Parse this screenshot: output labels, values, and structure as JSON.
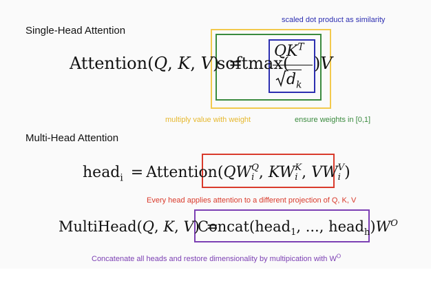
{
  "sections": {
    "single_title": "Single-Head Attention",
    "multi_title": "Multi-Head Attention"
  },
  "equations": {
    "attention": {
      "lhs": "Attention(",
      "q": "Q",
      "c1": ", ",
      "k": "K",
      "c2": ", ",
      "v": "V",
      "rp": ")",
      "eq": "=",
      "softmax": "softmax",
      "lp": "(",
      "num_q": "Q",
      "num_k": "K",
      "num_t": "T",
      "den_d": "d",
      "den_k": "k",
      "rp2": ")",
      "v2": "V"
    },
    "head": {
      "lhs": "head",
      "lhs_sub": "i",
      "eq": "=",
      "fn": "Attention(",
      "q": "Q",
      "w1": "W",
      "w1_sub": "i",
      "w1_sup": "Q",
      "c1": ", ",
      "k": "K",
      "w2": "W",
      "w2_sub": "i",
      "w2_sup": "K",
      "c2": ", ",
      "v": "V",
      "w3": "W",
      "w3_sub": "i",
      "w3_sup": "V",
      "rp": ")"
    },
    "multihead": {
      "lhs": "MultiHead(",
      "q": "Q",
      "c1": ", ",
      "k": "K",
      "c2": ", ",
      "v": "V",
      "rp": ")",
      "eq": "=",
      "concat": "Concat(head",
      "s1": "1",
      "mid": ", ..., head",
      "sh": "h",
      "close": ")",
      "w": "W",
      "w_sup": "O"
    }
  },
  "annotations": {
    "similarity": "scaled dot product as similarity",
    "weight": "multiply value with weight",
    "range": "ensure weights in [0,1]",
    "projection": "Every head applies attention to a different projection of Q, K, V",
    "concat_pre": "Concatenate all heads and restore dimensionality by multipication with W",
    "concat_sup": "O"
  },
  "colors": {
    "yellow": "#f2c94c",
    "green": "#3a8a3e",
    "blue": "#2b2db0",
    "red": "#d93a2b",
    "purple": "#7b3fb3"
  }
}
